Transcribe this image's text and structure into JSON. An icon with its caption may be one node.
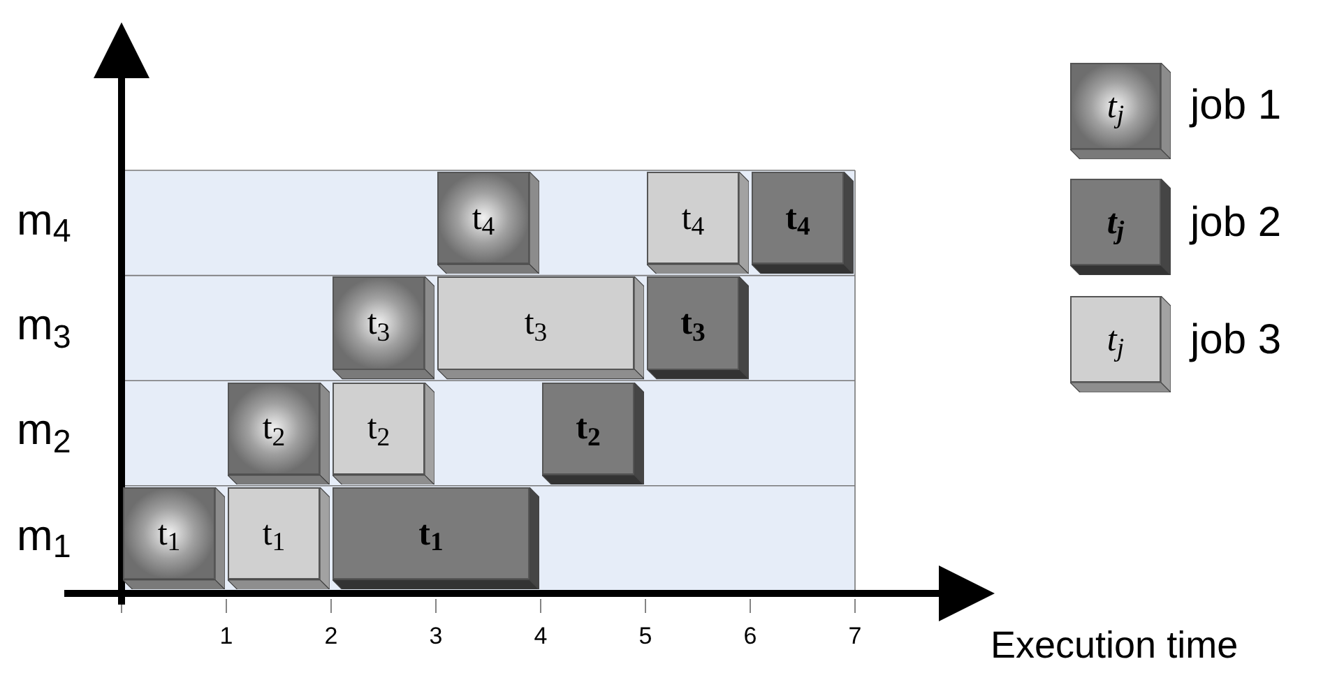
{
  "diagram": {
    "nodes": [
      {
        "text": [
          "t$_{4}$"
        ]
      },
      {
        "text": [
          "t$_{4}$"
        ]
      },
      {
        "text": [
          "t$_{4}$"
        ]
      },
      {
        "text": [
          "t$_{3}$"
        ]
      },
      {
        "text": [
          "t$_{3}$"
        ]
      },
      {
        "text": [
          "t$_{3}$"
        ]
      },
      {
        "text": [
          "t$_{2}$"
        ]
      },
      {
        "text": [
          "t$_{2}$"
        ]
      },
      {
        "text": [
          "t$_{2}$"
        ]
      },
      {
        "text": [
          "t$_{1}$"
        ]
      },
      {
        "text": [
          "t$_{1}$"
        ]
      },
      {
        "text": [
          "t$_{1}$"
        ]
      },
      {
        "text": [
          "t$_{j}$"
        ]
      },
      {
        "text": [
          "t$_{j}$"
        ]
      },
      {
        "text": [
          "t$_{j}$"
        ]
      }
    ],
    "labels": [
      "m$_{4}$",
      "m$_{3}$",
      "m$_{2}$",
      "m$_{1}$",
      "1",
      "2",
      "3",
      "4",
      "5",
      "6",
      "7",
      "Execution time"
    ],
    "legend": [
      {
        "text": "job 1"
      },
      {
        "text": "job 2"
      },
      {
        "text": "job 3"
      }
    ]
  }
}
